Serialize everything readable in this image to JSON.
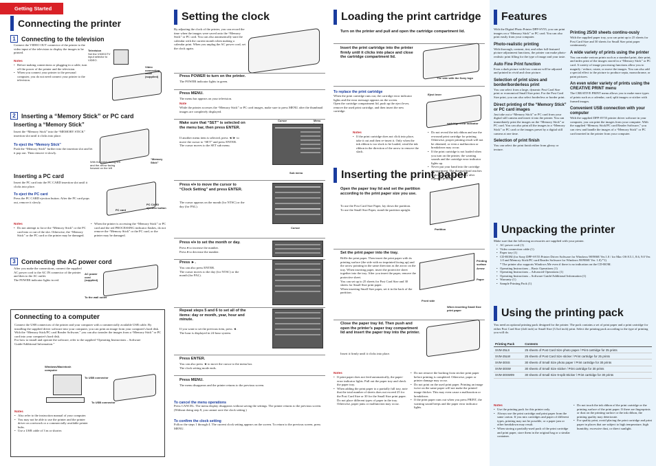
{
  "getting_started": "Getting Started",
  "col1": {
    "title": "Connecting the printer",
    "tv": {
      "num": "1",
      "title": "Connecting to the television",
      "body": "Connect the VIDEO OUT connector of the printer to the video input of the television to display the images to be printed.",
      "notes_label": "Notes",
      "notes": [
        "Before making connections or plugging in a cable, turn off the power of the printer and the television.",
        "When you connect your printer to the personal computer, you do not need connect your printer to the television."
      ],
      "labels": {
        "tv": "Television",
        "tv_sub": "Set the VIDEO/TV input selector to VIDEO.",
        "cable": "Video connecting cable (supplied)"
      }
    },
    "ms": {
      "num": "2",
      "title": "Inserting a “Memory Stick” or PC card",
      "ms_title": "Inserting a “Memory Stick”",
      "ms_body": "Insert the “Memory Stick” into the “MEMORY STICK” insertion slot until it clicks into place.",
      "eject_ms": "To eject the “Memory Stick”",
      "eject_ms_body": "Push the “Memory Stick” further into the insertion slot and let it pop out. Then remove it slowly.",
      "ms_label": "“Memory Stick”",
      "ms_caption": "With the notch facing left and the arrow facing forward on the left",
      "pc_title": "Inserting a PC card",
      "pc_body": "Insert the PC card into the PC CARD insertion slot until it clicks into place.",
      "eject_pc": "To eject the PC card",
      "eject_pc_body": "Press the PC CARD ejection button. After the PC card pops out, remove it slowly.",
      "pc_label": "PC card",
      "pc_eject_label": "PC CARD ejection button",
      "notes_label": "Notes",
      "notes": [
        "Do not attempt to force the “Memory Stick” or the PC card into or out of the slot. Otherwise, the “Memory Stick” or the PC card or the printer may be damaged.",
        "When the printer is accessing the “Memory Stick” or PC card and the red PROCESSING indicator flashes, do not remove the “Memory Stick” or the PC card, or the printer may be damaged."
      ]
    },
    "ac": {
      "num": "3",
      "title": "Connecting the AC power cord",
      "body": "After you make the connections, connect the supplied AC power cord to the AC IN connector of the printer and then to the AC outlet.\nThe POWER indicator lights in red.",
      "labels": {
        "cord": "AC power cord (supplied)",
        "wall": "To the wall outlet"
      }
    },
    "pc": {
      "title": "Connecting to a computer",
      "body": "Connect the USB connectors of the printer and your computer with a commercially available USB cable. By installing the supplied driver software into your computer, you can print an image from your computer's hard disk. With the “Memory Stick/PC card Reader Software,” you can also transfer the images from a “Memory Stick” or PC card into your computer's hard disk.\nFor how to install and operate the software, refer to the supplied “Operating Instructions – Software Guide/Additional Information.”",
      "labels": {
        "computer": "Windows/Macintosh computer",
        "usb1": "To USB connector",
        "usb2": "To USB connector"
      },
      "notes_label": "Notes",
      "notes": [
        "Also refer to the instruction manual of your computer.",
        "You may not be able to use the printer and the printer driver on a network or a commercially available printer hubs.",
        "Use a USB cable of 3 m or shorter."
      ]
    }
  },
  "col2": {
    "title": "Setting the clock",
    "intro": "By adjusting the clock of the printer, you can record the time when the images were saved onto the “Memory Stick” or PC card. You can also automatically start the calendar with the current month when making a calendar print. When you unplug the AC power cord, set the clock again.",
    "s1": {
      "title": "Press POWER to turn on the printer.",
      "body": "The POWER indicator lights in green."
    },
    "s2": {
      "title": "Press MENU.",
      "body": "The menu bar appears on your television.",
      "note_label": "Note",
      "note": "While the printer accesses the “Memory Stick” or PC card images, make sure to press MENU after the thumbnail images are completely displayed."
    },
    "s3": {
      "title": "Make sure that “SET” is selected on the menu bar, then press ENTER.",
      "body": "If another menu item is selected, press ◄/► to move the cursor to “SET” and press ENTER.\nThe cursor moves to the SET sub menu.",
      "lbl_cursor": "Cursor",
      "lbl_menubar": "Menu bar",
      "lbl_submenu": "Sub menu"
    },
    "s4": {
      "title": "Press ♦/♦ to move the cursor to “Clock Setting” and press ENTER.",
      "body": "The cursor appears on the month (for NTSC) or the day (for PAL).",
      "lbl_cursor": "Cursor"
    },
    "s5": {
      "title": "Press ♦/♦ to set the month or day.",
      "body": "Press ♦ to increase the number.\nPress ♦ to decrease the number."
    },
    "s6": {
      "title": "Press ►.",
      "body": "You can also press ENTER.\nThe cursor moves to the day (for NTSC) or the month (for PAL)."
    },
    "s7": {
      "title": "Repeat steps 5 and 6 to set all of the items: day or month, year, hour and minute.",
      "body": "If you want to set the previous item, press ◄.\nThe hour is displayed in 24-hour system."
    },
    "s8": {
      "title": "Press ENTER.",
      "body": "You can also press ◄ to move the cursor to the menu bar.\nThe clock setting mode ends."
    },
    "s9": {
      "title": "Press MENU.",
      "body": "The menu disappears and the printer returns to the previous screen."
    },
    "cancel": {
      "title": "To cancel the menu operations",
      "body": "Press CANCEL. The menu display disappears without saving the settings. The printer returns to the previous screen. (Without doing step 8, you cannot save the clock setting.)"
    },
    "confirm": {
      "title": "To confirm the clock setting",
      "body": "Follow the steps 1 through 4. The current clock setting appears on the screen. To return to the previous screen, press MENU."
    }
  },
  "col3": {
    "title": "Loading the print cartridge",
    "s1": "Turn on the printer and pull and open the cartridge compartment lid.",
    "s2": "Insert the print cartridge into the printer firmly until it clicks into place and close the cartridge compartment lid.",
    "lbl_side": "The side with the Sony logo",
    "replace": {
      "title": "To replace the print cartridge",
      "body": "When the print cartridge runs out, the cartridge error indicator lights and the error message appears on the screen.\nOpen the cartridge compartment lid, push up the eject lever, remove the used print cartridge, and then insert the new cartridge.",
      "lbl_eject": "Eject lever",
      "lbl_indicator": "cartridge error indicator"
    },
    "notes_label": "Notes",
    "notes_l": [
      "If the print cartridge does not click into place, take it out and then re-insert it. Only when the ink ribbon is too slack to be loaded, wind the ink ribbon in the direction of the arrow to remove the slack."
    ],
    "notes_r": [
      "Do not reveal the ink ribbon and use the rewound print cartridge for printing. Otherwise, proper printing result will not be obtained, or even a malfunction or breakdown may occur.",
      "If the print cartridge is not loaded when you turn on the printer, the warning sounds and the cartridge error indicator lights up.",
      "Never put your hand into the cartridge compartment. The thermal head reaches high temperatures, especially after repeated printing."
    ],
    "paper_title": "Inserting the print paper",
    "p1": {
      "title": "Open the paper tray lid and set the partition according to the print paper size you use.",
      "body": "To use the Post Card Size Paper, lay down the partition.\nTo use the Small Size Paper, stand the partition upright.",
      "lbl": "Partition"
    },
    "p2": {
      "title": "Set the print paper into the tray.",
      "body": "Riffle the print paper. Then insert the print paper with its printing surface (the side with no imprinted facing up) and the arrow pointing in the same direction as the arrow on the tray. When inserting paper, insert the protective sheet together into the tray. After you insert the paper, remove the protective sheet.\nYou can set up to 25 sheets for Post Card Size and 30 sheets for Small Size print paper.\nWhen inserting Small Size paper, set it in the back of the partition.",
      "lbl_surface": "Printing surface",
      "lbl_arrow": "Arrow",
      "lbl_paper": "Paper",
      "lbl_front": "Front side",
      "lbl_small": "When inserting Small Size print paper"
    },
    "p3": {
      "title": "Close the paper tray lid. Then push and open the printer's paper tray compartment lid and insert the paper tray into the printer.",
      "body": "Insert it firmly until it clicks into place."
    },
    "pnotes_label": "Notes",
    "pnotes_l": [
      "If print paper does not feed automatically, the paper-error indicator lights. Pull out the paper tray and check the paper tray.",
      "When adding the print paper to a partially full tray, note that the total number of sheets does not exceed 25 for the Post Card Size or 30 for the Small Size print paper. Do not place different types of paper in the tray. Otherwise, paper jams or malfunction may occur."
    ],
    "pnotes_r": [
      "Do not remove the backing from sticker print paper before printing is completed. Otherwise, paper or printer damage may occur.",
      "Do not print on the used print paper. Printing an image twice on the same paper will not make the printed image thicker. This may even cause a malfunction or breakdown.",
      "If the print paper runs out when you press PRINT, the warning sound beeps and the paper error indicator lights."
    ]
  },
  "col4": {
    "title": "Features",
    "intro": "With the Digital Photo Printer DPP-SV55, you can print images on a “Memory Stick” or PC card. You can also print easily from your computer.",
    "features_left": [
      {
        "title": "Photo-realistic printing",
        "body": "With thorough, contrast, tint, and other full-featured picture adjustment functions, the printer can make photo-realistic print filling for the type of image and your taste."
      },
      {
        "title": "Auto Fine Print function",
        "body": "Even a dark picture with low contrast will be adjusted and printed in vivid and clear picture."
      },
      {
        "title": "Selection of print sizes and border/borderless print",
        "body": "You can select from a large, dynamic Post Card Size print or economical Small Size print. For the Post Card Size print, you can also select borderless or border print."
      },
      {
        "title": "Direct printing of the “Memory Stick” or PC card images",
        "body": "Just take out a “Memory Stick” or PC card from your digital still camera and insert it into the printer. You can immediately print the images on the “Memory Stick” or PC card. You can also print all the images in a “Memory Stick” or PC card or the images preset by a digital still camera at one time."
      },
      {
        "title": "Selection of print finish",
        "body": "You can select the print finish either from glossy or texture."
      }
    ],
    "features_right": [
      {
        "title": "Printing 25/30 sheets continu-ously",
        "body": "With the supplied paper tray, you can print up to 25 sheets for Post Card Size and 30 sheets for Small Size print paper continuously."
      },
      {
        "title": "A wide variety of prints using the printer",
        "body": "You can make various prints such as a standard print, date print, and index print of the images stored in a “Memory Stick” or PC card. A variety of image processing functions allow you to magnify / reduce, rotate, or move the images. You can also add a special effect to the picture to produce sepia, monochrome, or paint pictures."
      },
      {
        "title": "An even wider variety of prints using the CREATIVE PRINT menu",
        "body": "The CREATIVE PRINT menu allows you to make more types of prints such as a calendar, card, split images or sticker with framed images."
      },
      {
        "title": "Convenient USB connection with your computer",
        "body": "With the supplied DPP-SV55 printer driver software in your computer, you can print the images from your computer. With the supplied “Memory Stick/PC card Reader Software,” you can view and handle the images of a “Memory Stick” or PC card inserted in the printer from your computer."
      }
    ],
    "unpack_title": "Unpacking the printer",
    "unpack_intro": "Make sure that the following accessories are supplied with your printer.",
    "unpack_items": [
      "AC power cord (1)",
      "Video connection cable (1)",
      "Paper tray (1)",
      "CD-ROM (for Sony DPP-SV55 Printer Driver Software for Windows 98/98SE Ver.1.0 / for Mac OS 8.5.1, 8.6, 9.0 Ver. 1.0 and Memory Stick/PC card Reader Software for Windows 98/98SE Ver. 1.0) *1)\n* The printer also supports Windows Me even if there is no indication on the CD-ROM.",
      "Operating Instructions – Basic Operations (1)",
      "Operating Instructions – Advanced Operations (1)",
      "Operating Instructions – Software Guide/Additional Information (1)",
      "Warranty (1)",
      "Sample Printing Pack (1)"
    ],
    "pack_title": "Using the printing pack",
    "pack_intro": "You need an optional printing pack designed for the printer. The pack contains a set of print paper and a print cartridge for either Post Card Size (4x6 inch) or Small Size (3.5x4 inch) print. Select the printing pack according to the type of printing you will do.",
    "pack_table": {
      "headers": [
        "Printing Pack",
        "Contents"
      ],
      "rows": [
        [
          "SVM-25LS",
          "25 sheets of Post Card Size photo paper / Print cartridge for 25 prints"
        ],
        [
          "SVM-25LW",
          "25 sheets of Post Card Size sticker / Print cartridge for 25 prints"
        ],
        [
          "SVM-30SS",
          "30 sheets of Small Size photo paper / Print cartridge for 30 prints"
        ],
        [
          "SVM-30SW",
          "30 sheets of Small Size sticker / Print cartridge for 30 prints"
        ],
        [
          "SVM-30SW09",
          "30 sheets of Small Size 9-split Sticker / Print cartridge for 30 prints"
        ]
      ]
    },
    "pnotes_label": "Notes",
    "pnotes_l": [
      "Use the printing pack for this printer only.",
      "Always use the print cartridge and print paper from the same carton. If you mix cartridges and paper of different types, printing may not be possible, or a paper jam or other breakdown may result.",
      "When storing a partially-used pack of the print cartridge and print paper, store them in the original bag or a similar container."
    ],
    "pnotes_r": [
      "Do not touch the ink ribbon of the print cartridge or the printing surface of the print paper. If there are fingerprints or dust on the printing surface or the ink ribbon, the printing quality may deteriorate.",
      "For quality print, avoid placing the print cartridge and print paper in places that are subject to high temperature, high humidity, excessive dust, or direct sunlight."
    ]
  }
}
